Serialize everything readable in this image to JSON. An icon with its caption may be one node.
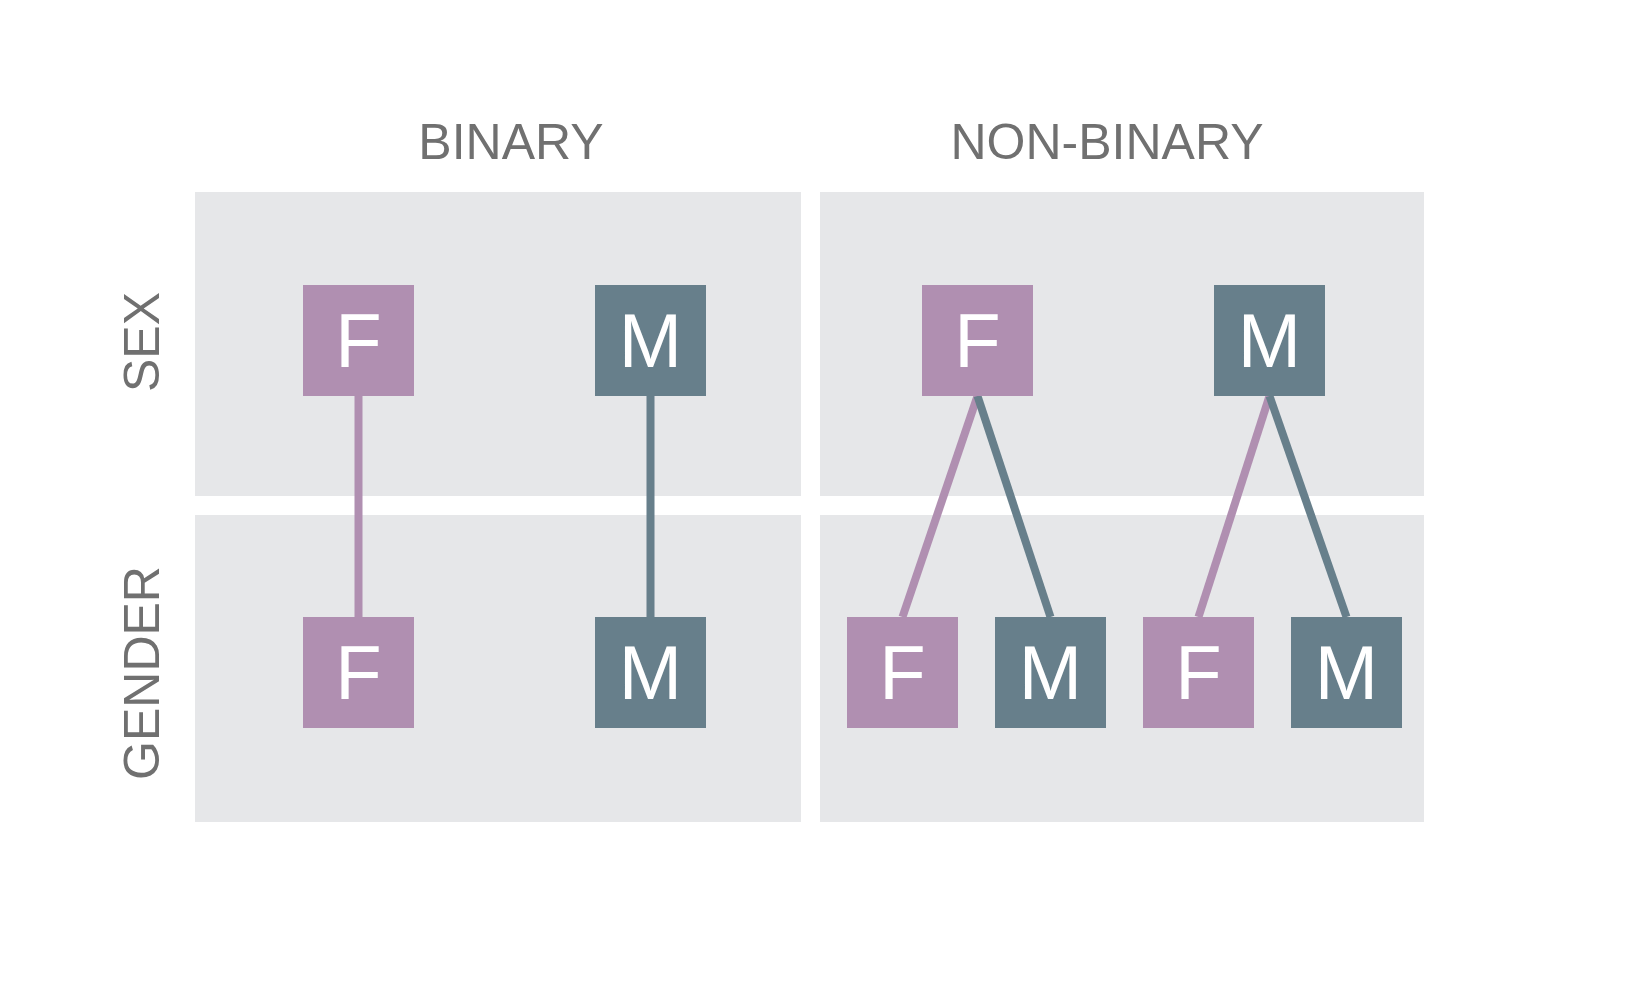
{
  "diagram": {
    "nodes": [
      {
        "text": [],
        "shape": "box"
      },
      {
        "text": [
          "F"
        ],
        "in": 0
      },
      {
        "text": [
          "M"
        ],
        "in": 0
      },
      {
        "text": [],
        "shape": "box"
      },
      {
        "text": [
          "F"
        ],
        "in": 3
      },
      {
        "text": [
          "M"
        ],
        "in": 3
      },
      {
        "text": [],
        "shape": "box"
      },
      {
        "text": [
          "F"
        ],
        "in": 6
      },
      {
        "text": [
          "M"
        ],
        "in": 6
      },
      {
        "text": [],
        "shape": "box"
      },
      {
        "text": [
          "F"
        ],
        "in": 9
      },
      {
        "text": [
          "M"
        ],
        "in": 9
      },
      {
        "text": [
          "F"
        ],
        "in": 9
      },
      {
        "text": [
          "M"
        ],
        "in": 9
      }
    ],
    "edges": [
      {
        "from": 1,
        "to": 7,
        "arrow": "none",
        "color": "#b08fb1"
      },
      {
        "from": 2,
        "to": 8,
        "arrow": "none",
        "color": "#677f8b"
      },
      {
        "from": 4,
        "to": 10,
        "arrow": "none",
        "color": "#b08fb1"
      },
      {
        "from": 4,
        "to": 11,
        "arrow": "none",
        "color": "#677f8b"
      },
      {
        "from": 5,
        "to": 12,
        "arrow": "none",
        "color": "#b08fb1"
      },
      {
        "from": 5,
        "to": 13,
        "arrow": "none",
        "color": "#677f8b"
      }
    ],
    "labels": [
      "BINARY",
      "NON-BINARY",
      "SEX",
      "GENDER"
    ]
  }
}
